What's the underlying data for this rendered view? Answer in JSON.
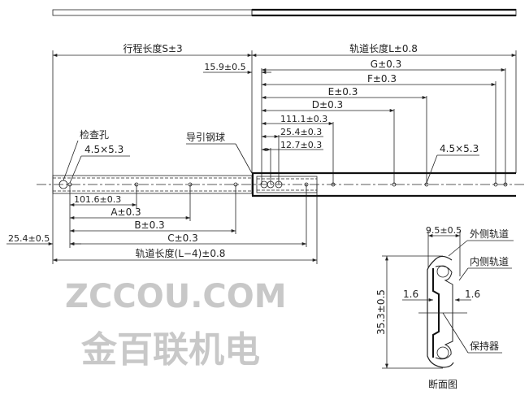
{
  "drawing": {
    "stroke_label": "行程长度S±3",
    "rail_length_label": "轨道长度L±0.8",
    "offset_15_9": "15.9±0.5",
    "dims_top": [
      "G±0.3",
      "F±0.3",
      "E±0.3",
      "D±0.3",
      "111.1±0.3",
      "25.4±0.3",
      "12.7±0.3"
    ],
    "inspection_hole": "检查孔",
    "hole_size_left": "4.5×5.3",
    "hole_size_right": "4.5×5.3",
    "guide_ball": "导引钢球",
    "dims_bottom": [
      "101.6±0.3",
      "A±0.3",
      "B±0.3",
      "C±0.3"
    ],
    "inner_length_label": "轨道长度(L−4)±0.8",
    "offset_25_4": "25.4±0.5"
  },
  "section": {
    "width_label": "9.5±0.5",
    "height_label": "35.3±0.5",
    "gap_left": "1.6",
    "gap_right": "1.6",
    "outer_rail": "外侧轨道",
    "inner_rail": "内侧轨道",
    "retainer": "保持器",
    "title": "断面图"
  },
  "watermark": {
    "line1": "ZCCOU.COM",
    "line2": "金百联机电"
  }
}
